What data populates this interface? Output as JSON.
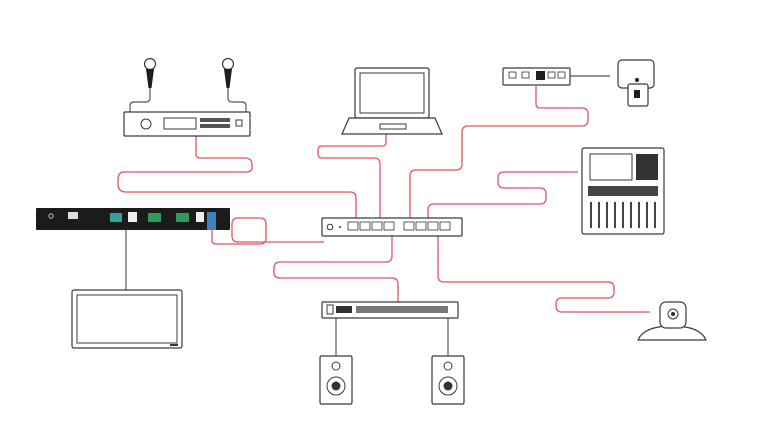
{
  "diagram": {
    "type": "av-network-topology",
    "accent_color": "#e0555e",
    "devices": [
      {
        "id": "microphone-1",
        "icon": "microphone-icon"
      },
      {
        "id": "microphone-2",
        "icon": "microphone-icon"
      },
      {
        "id": "mic-interface",
        "icon": "rack-unit-icon"
      },
      {
        "id": "laptop",
        "icon": "laptop-icon"
      },
      {
        "id": "usb-extender",
        "icon": "extender-icon"
      },
      {
        "id": "room-camera-small",
        "icon": "camera-icon"
      },
      {
        "id": "audio-mixer",
        "icon": "mixer-icon"
      },
      {
        "id": "bridge-unit",
        "icon": "bridge-icon"
      },
      {
        "id": "network-switch",
        "icon": "switch-icon"
      },
      {
        "id": "display",
        "icon": "monitor-icon"
      },
      {
        "id": "amplifier",
        "icon": "amplifier-icon"
      },
      {
        "id": "speaker-left",
        "icon": "speaker-icon"
      },
      {
        "id": "speaker-right",
        "icon": "speaker-icon"
      },
      {
        "id": "ptz-camera",
        "icon": "ptz-camera-icon"
      }
    ]
  }
}
